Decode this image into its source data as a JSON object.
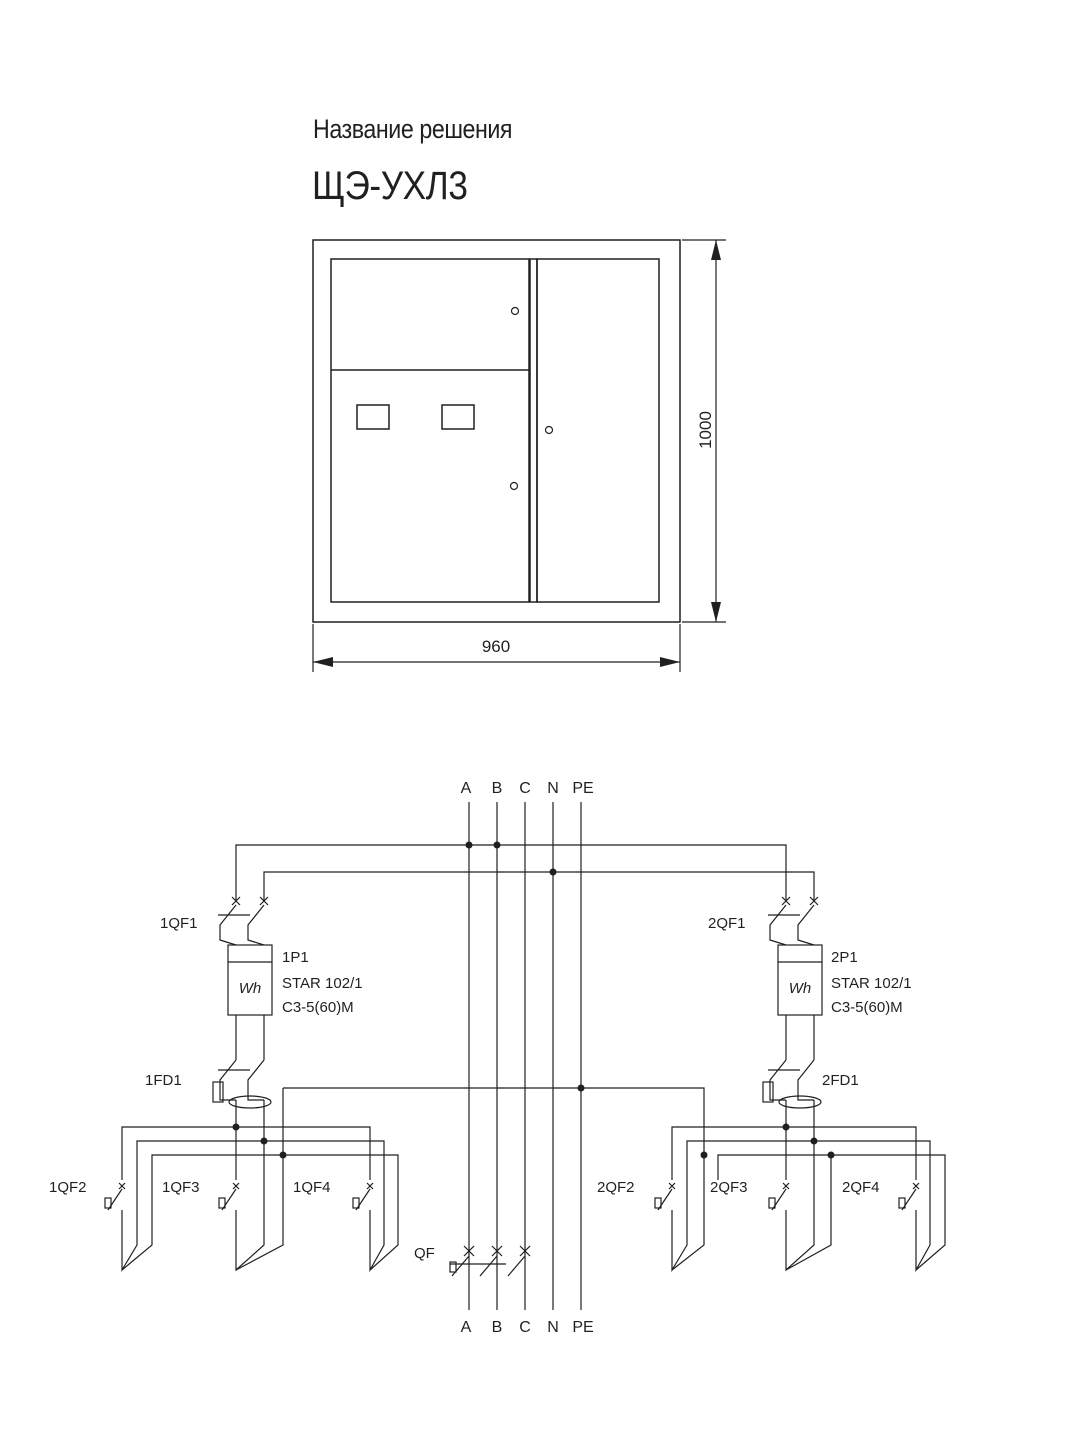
{
  "header": {
    "subtitle": "Название решения",
    "title": "ЩЭ-УХЛ3"
  },
  "cabinet": {
    "width_label": "960",
    "height_label": "1000"
  },
  "schematic": {
    "bus_top": [
      "A",
      "B",
      "C",
      "N",
      "PE"
    ],
    "bus_bottom": [
      "A",
      "B",
      "C",
      "N",
      "PE"
    ],
    "main_breaker": "QF",
    "left": {
      "breaker": "1QF1",
      "meter_id": "1P1",
      "meter_model": "STAR 102/1",
      "meter_rating": "С3-5(60)М",
      "meter_symbol": "Wh",
      "rcd": "1FD1",
      "outgoing": [
        "1QF2",
        "1QF3",
        "1QF4"
      ]
    },
    "right": {
      "breaker": "2QF1",
      "meter_id": "2P1",
      "meter_model": "STAR 102/1",
      "meter_rating": "С3-5(60)М",
      "meter_symbol": "Wh",
      "rcd": "2FD1",
      "outgoing": [
        "2QF2",
        "2QF3",
        "2QF4"
      ]
    }
  }
}
